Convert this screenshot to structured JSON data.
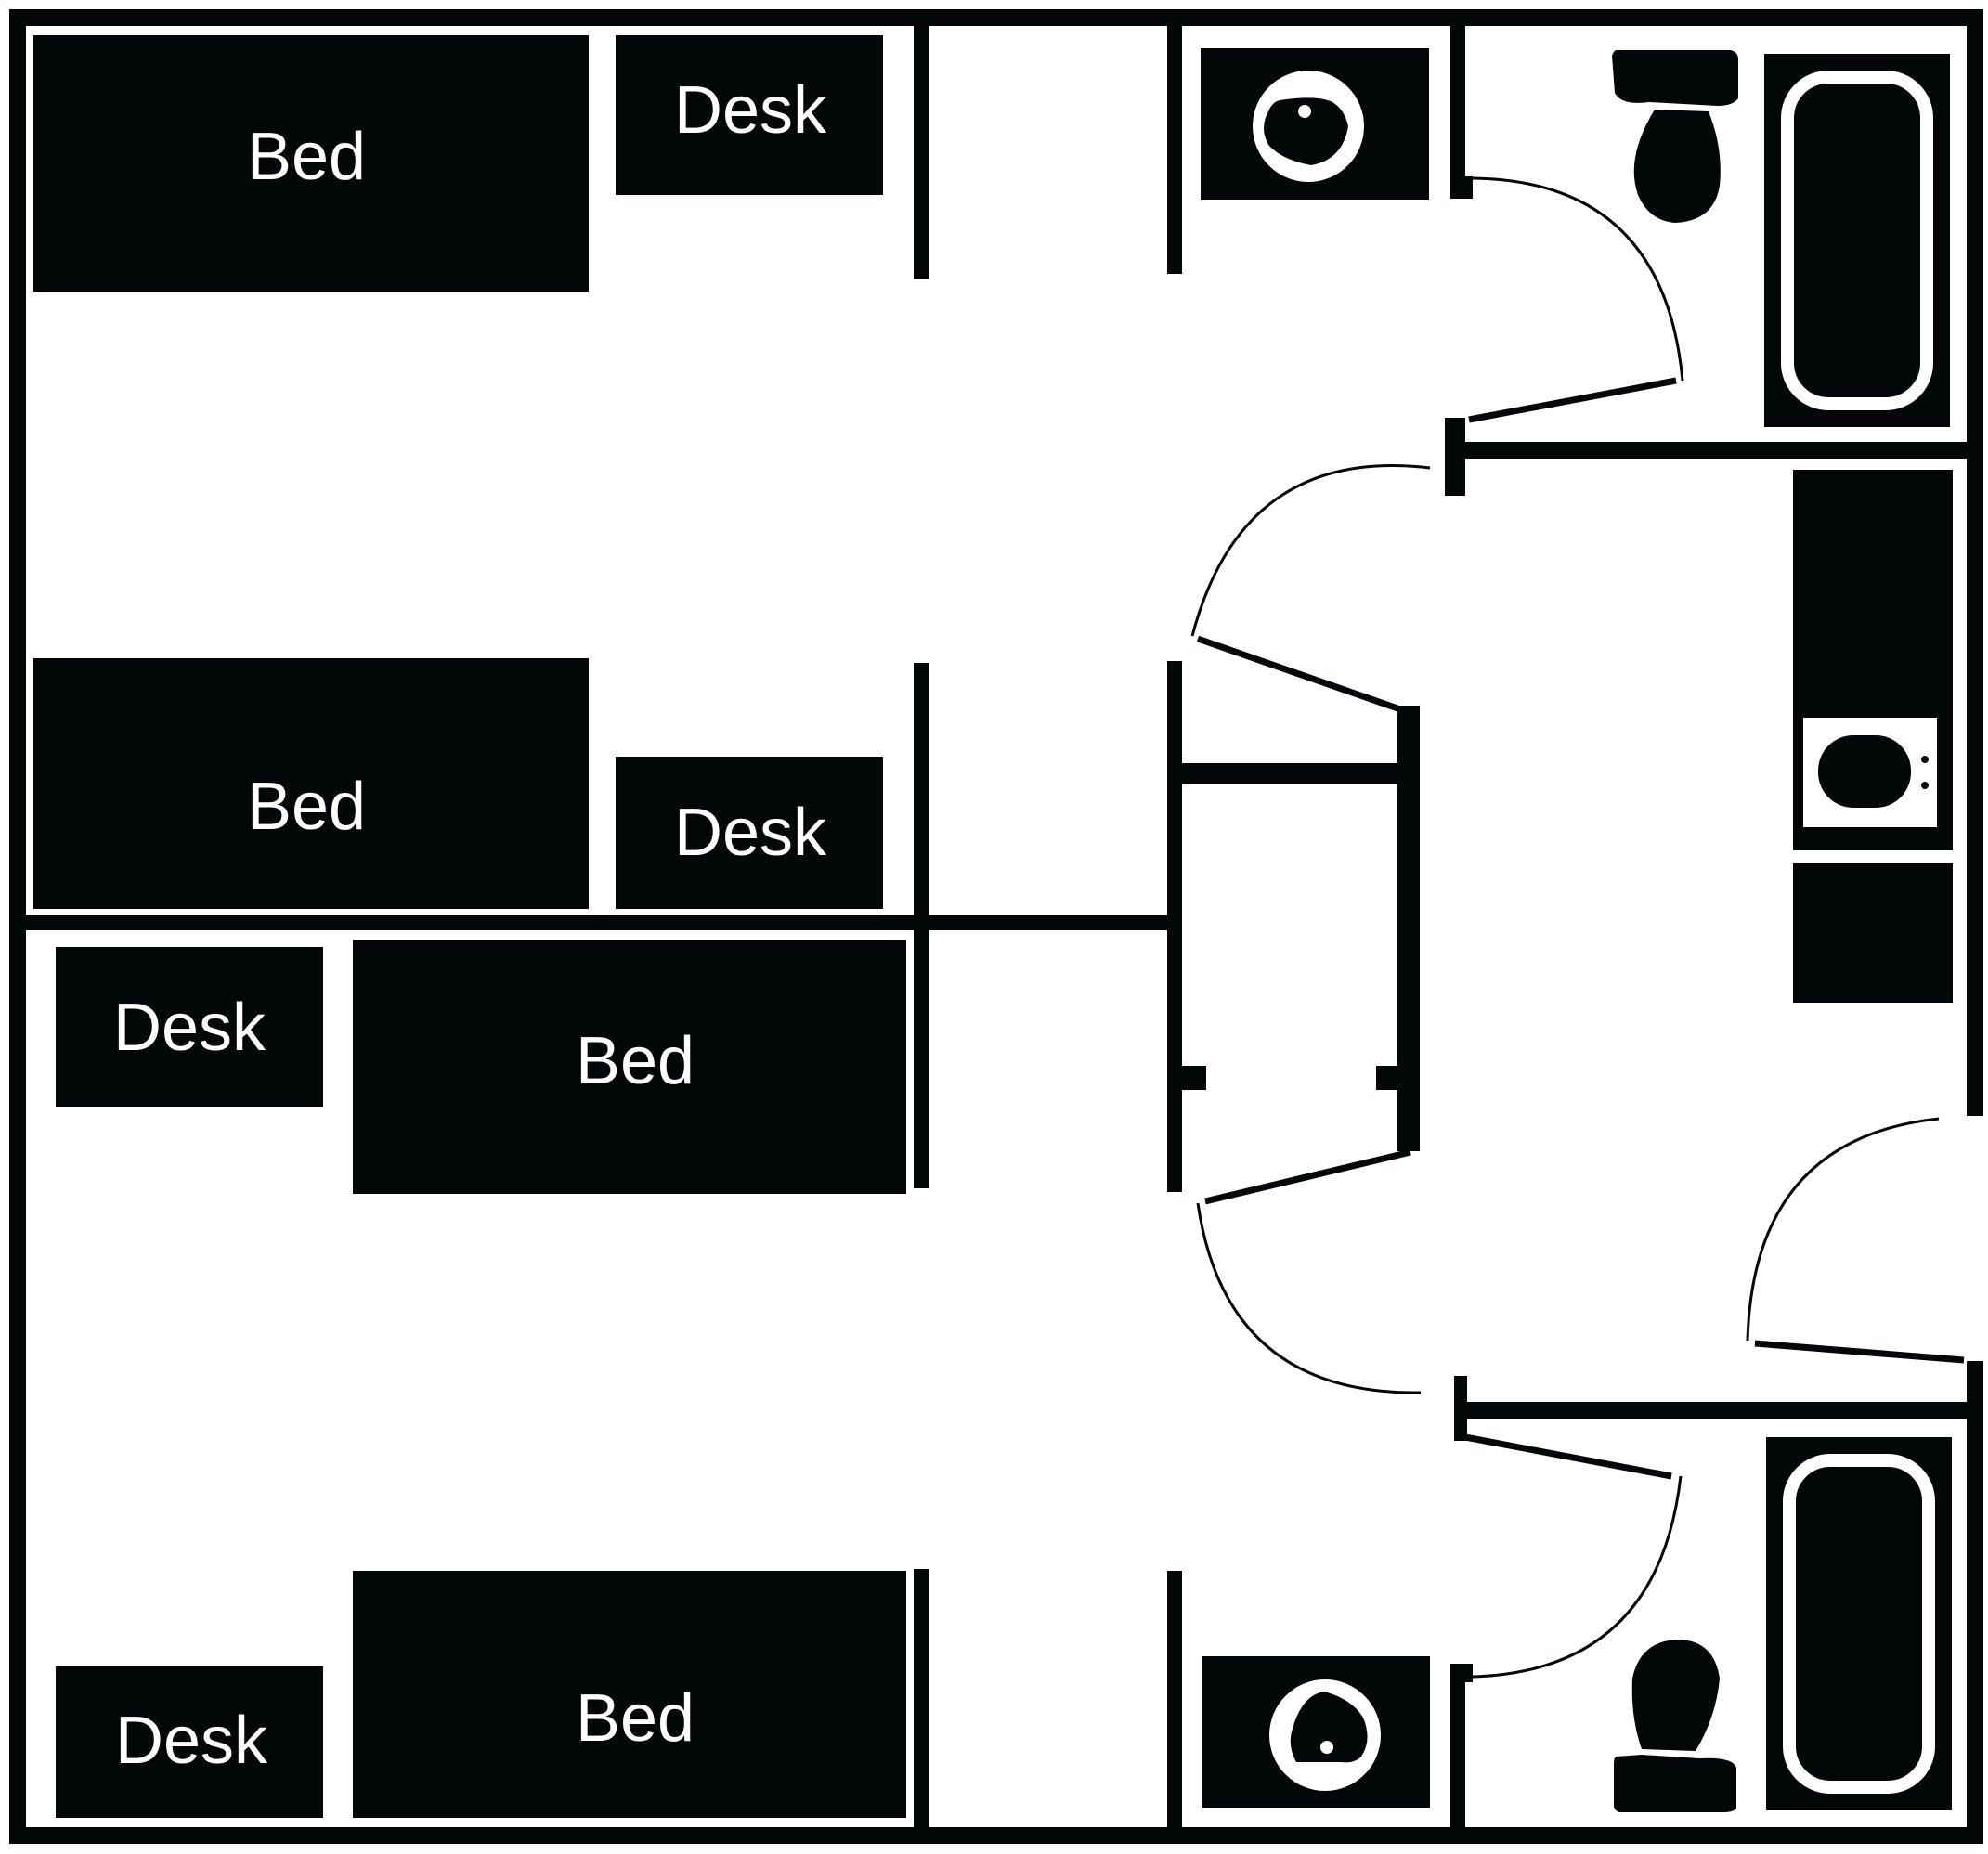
{
  "labels": {
    "bed_1": "Bed",
    "desk_1": "Desk",
    "bed_2": "Bed",
    "desk_2": "Desk",
    "desk_3": "Desk",
    "bed_3": "Bed",
    "desk_4": "Desk",
    "bed_4": "Bed"
  },
  "colors": {
    "ink": "#030707",
    "paper": "#ffffff"
  }
}
